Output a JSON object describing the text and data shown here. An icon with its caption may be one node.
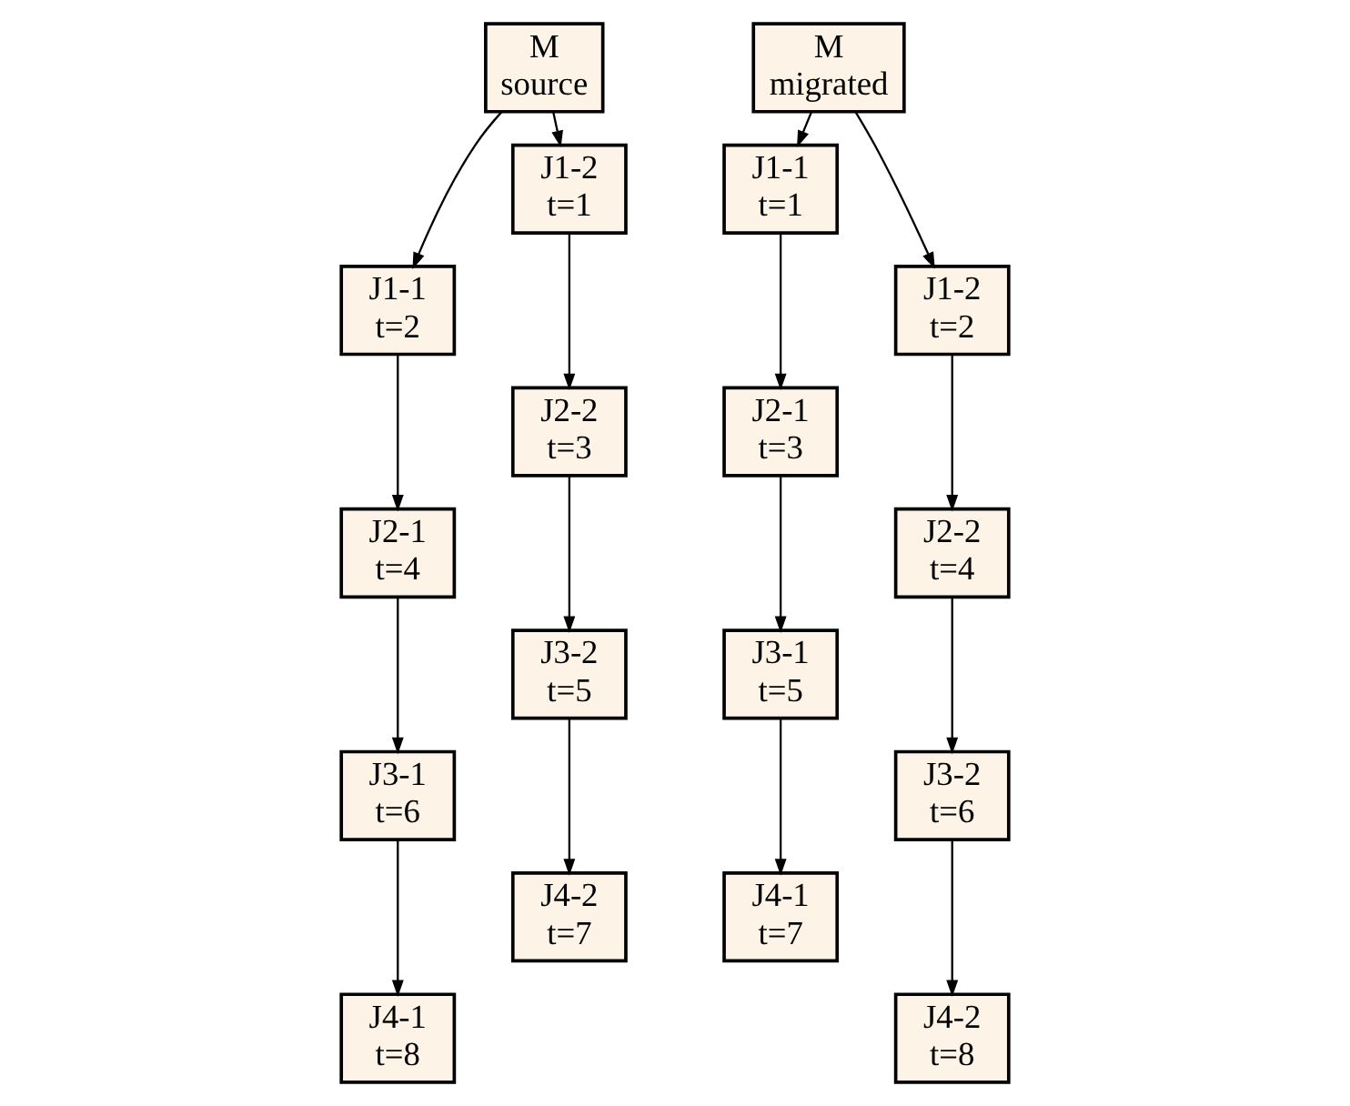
{
  "diagram": {
    "nodes": [
      {
        "text": [
          "M",
          "source"
        ]
      },
      {
        "text": [
          "J1-1",
          "t=2"
        ]
      },
      {
        "text": [
          "J2-1",
          "t=4"
        ]
      },
      {
        "text": [
          "J3-1",
          "t=6"
        ]
      },
      {
        "text": [
          "J4-1",
          "t=8"
        ]
      },
      {
        "text": [
          "J1-2",
          "t=1"
        ]
      },
      {
        "text": [
          "J2-2",
          "t=3"
        ]
      },
      {
        "text": [
          "J3-2",
          "t=5"
        ]
      },
      {
        "text": [
          "J4-2",
          "t=7"
        ]
      },
      {
        "text": [
          "M",
          "migrated"
        ]
      },
      {
        "text": [
          "J1-1",
          "t=1"
        ]
      },
      {
        "text": [
          "J2-1",
          "t=3"
        ]
      },
      {
        "text": [
          "J3-1",
          "t=5"
        ]
      },
      {
        "text": [
          "J4-1",
          "t=7"
        ]
      },
      {
        "text": [
          "J1-2",
          "t=2"
        ]
      },
      {
        "text": [
          "J2-2",
          "t=4"
        ]
      },
      {
        "text": [
          "J3-2",
          "t=6"
        ]
      },
      {
        "text": [
          "J4-2",
          "t=8"
        ]
      }
    ],
    "edges": [
      {
        "from": 0,
        "to": 1,
        "arrow": "to"
      },
      {
        "from": 1,
        "to": 2,
        "arrow": "to"
      },
      {
        "from": 2,
        "to": 3,
        "arrow": "to"
      },
      {
        "from": 3,
        "to": 4,
        "arrow": "to"
      },
      {
        "from": 0,
        "to": 5,
        "arrow": "to"
      },
      {
        "from": 5,
        "to": 6,
        "arrow": "to"
      },
      {
        "from": 6,
        "to": 7,
        "arrow": "to"
      },
      {
        "from": 7,
        "to": 8,
        "arrow": "to"
      },
      {
        "from": 9,
        "to": 10,
        "arrow": "to"
      },
      {
        "from": 10,
        "to": 11,
        "arrow": "to"
      },
      {
        "from": 11,
        "to": 12,
        "arrow": "to"
      },
      {
        "from": 12,
        "to": 13,
        "arrow": "to"
      },
      {
        "from": 9,
        "to": 14,
        "arrow": "to"
      },
      {
        "from": 14,
        "to": 15,
        "arrow": "to"
      },
      {
        "from": 15,
        "to": 16,
        "arrow": "to"
      },
      {
        "from": 16,
        "to": 17,
        "arrow": "to"
      }
    ]
  }
}
